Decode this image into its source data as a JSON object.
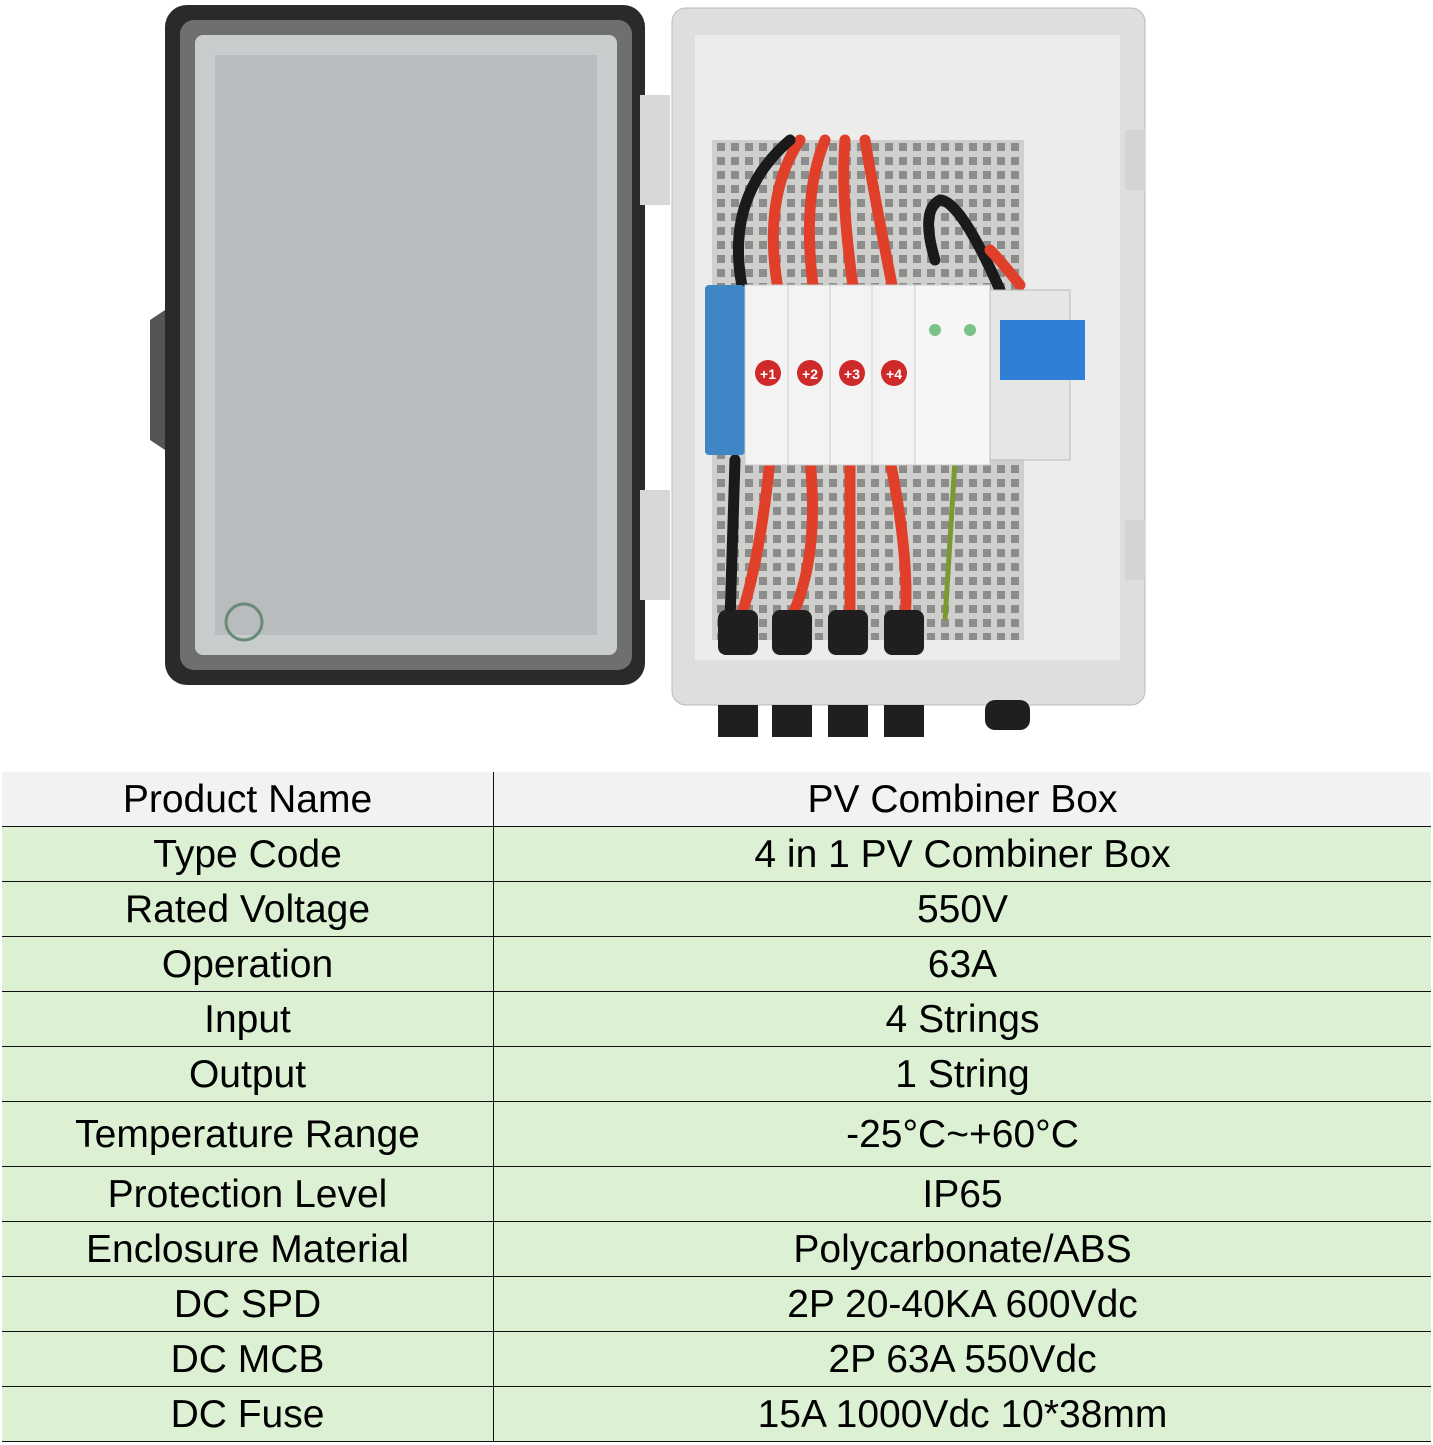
{
  "product_image": {
    "fuse_labels": [
      "+1",
      "+2",
      "+3",
      "+4"
    ],
    "colors": {
      "enclosure": "#e4e4e2",
      "cable_red": "#e0402a",
      "cable_black": "#1a1a1a",
      "breaker_blue": "#2f7fd6"
    }
  },
  "spec_table": {
    "rows": [
      {
        "key": "Product Name",
        "value": "PV Combiner Box"
      },
      {
        "key": "Type Code",
        "value": "4 in 1 PV Combiner Box"
      },
      {
        "key": "Rated Voltage",
        "value": "550V"
      },
      {
        "key": "Operation",
        "value": "63A"
      },
      {
        "key": "Input",
        "value": "4 Strings"
      },
      {
        "key": "Output",
        "value": "1 String"
      },
      {
        "key": "Temperature Range",
        "value": "-25°C~+60°C"
      },
      {
        "key": "Protection Level",
        "value": "IP65"
      },
      {
        "key": "Enclosure Material",
        "value": "Polycarbonate/ABS"
      },
      {
        "key": "DC SPD",
        "value": "2P 20-40KA 600Vdc"
      },
      {
        "key": "DC MCB",
        "value": "2P 63A 550Vdc"
      },
      {
        "key": "DC Fuse",
        "value": "15A 1000Vdc 10*38mm"
      }
    ],
    "colors": {
      "header_bg": "#f2f2f2",
      "row_bg": "#dcf1d3",
      "border": "#111111"
    }
  }
}
